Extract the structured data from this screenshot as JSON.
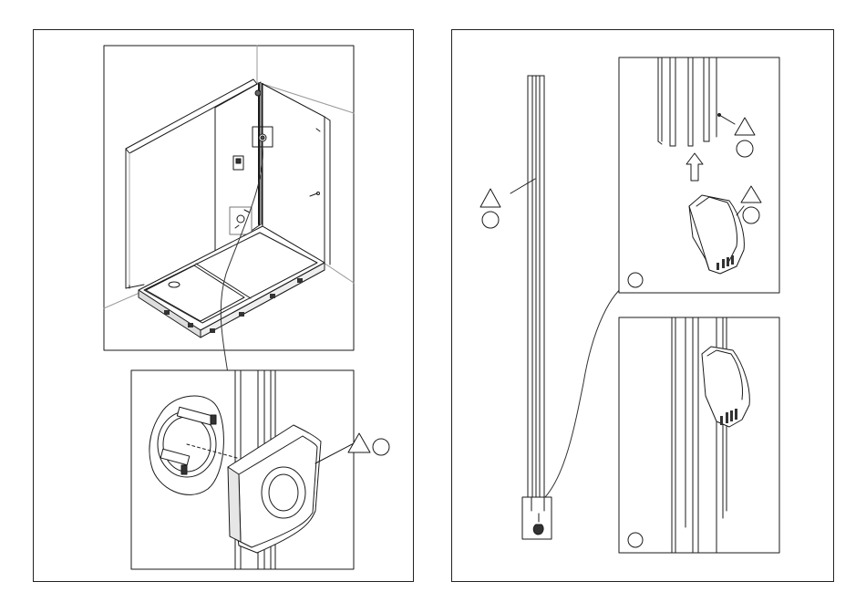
{
  "figure": {
    "colors": {
      "line": "#1a1a1a",
      "paper": "#ffffff",
      "shade": "#cfcfcf",
      "dark": "#555555"
    }
  },
  "left_panel": {
    "overview": {
      "subject": "shower-enclosure"
    },
    "detail": {
      "subject": "round-cap-on-profile",
      "callout": {
        "triangle": "",
        "circle": ""
      }
    }
  },
  "right_panel": {
    "profile": {
      "subject": "long-vertical-profile",
      "callout": {
        "triangle": "",
        "circle": ""
      }
    },
    "top_detail": {
      "step_circle": "",
      "callouts": [
        {
          "triangle": "",
          "circle": ""
        },
        {
          "triangle": "",
          "circle": ""
        }
      ]
    },
    "bottom_detail": {
      "step_circle": ""
    }
  }
}
